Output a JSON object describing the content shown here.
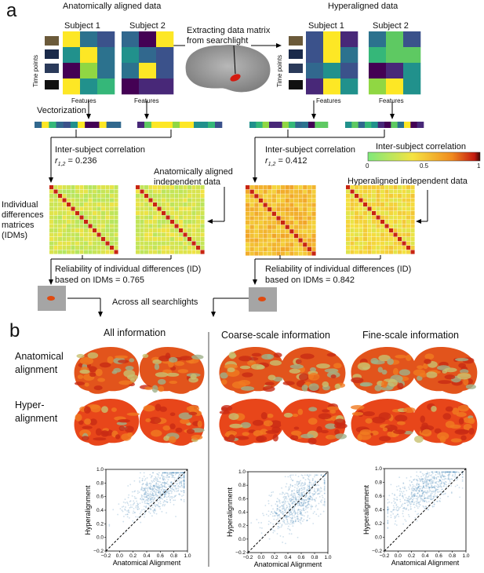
{
  "panels": {
    "a": "a",
    "b": "b"
  },
  "a": {
    "left_title": "Anatomically aligned data",
    "right_title": "Hyperaligned data",
    "subject1": "Subject 1",
    "subject2": "Subject 2",
    "features": "Features",
    "time_points": "Time points",
    "extracting": "Extracting data matrix from searchlight",
    "vectorization": "Vectorization",
    "isc_label": "Inter-subject correlation",
    "r_symbol": "r",
    "r_sub": "1,2",
    "left_r_value": " = 0.236",
    "right_r_value": " = 0.412",
    "colorbar": {
      "title": "Inter-subject correlation",
      "ticks": [
        "0",
        "0.5",
        "1"
      ]
    },
    "left_indep": "Anatomically aligned independent data",
    "right_indep": "Hyperaligned independent data",
    "idm_label": "Individual differences matrices (IDMs)",
    "reliability_label": "Reliability of individual differences (ID)",
    "left_reliability_value": "based on IDMs = 0.765",
    "right_reliability_value": "based on IDMs = 0.842",
    "across": "Across all searchlights"
  },
  "b": {
    "col_all": "All information",
    "col_coarse": "Coarse-scale information",
    "col_fine": "Fine-scale information",
    "row_anat": "Anatomical alignment",
    "row_hyper": "Hyper-alignment"
  },
  "colors": {
    "corr_low": "#7fe87a",
    "corr_mid": "#f5e342",
    "corr_high": "#d42a13",
    "scatter": "#3b7fb5"
  },
  "chart_data": [
    {
      "type": "scatter",
      "panel": "All information",
      "xlabel": "Anatomical Alignment",
      "ylabel": "Hyperalignment",
      "xlim": [
        -0.2,
        1.0
      ],
      "ylim": [
        -0.2,
        1.0
      ],
      "xticks": [
        "−0.2",
        "0.0",
        "0.2",
        "0.4",
        "0.6",
        "0.8",
        "1.0"
      ],
      "yticks": [
        "−0.2",
        "0.0",
        "0.2",
        "0.4",
        "0.6",
        "0.8",
        "1.0"
      ],
      "identity_line": true,
      "center": [
        0.6,
        0.7
      ],
      "spread": [
        0.25,
        0.15
      ]
    },
    {
      "type": "scatter",
      "panel": "Coarse-scale information",
      "xlabel": "Anatomical Alignment",
      "ylabel": "Hyperalignment",
      "xlim": [
        -0.2,
        1.0
      ],
      "ylim": [
        -0.2,
        1.0
      ],
      "xticks": [
        "−0.2",
        "0.0",
        "0.2",
        "0.4",
        "0.6",
        "0.8",
        "1.0"
      ],
      "yticks": [
        "−0.2",
        "0.0",
        "0.2",
        "0.4",
        "0.6",
        "0.8",
        "1.0"
      ],
      "identity_line": true,
      "center": [
        0.55,
        0.55
      ],
      "spread": [
        0.22,
        0.18
      ]
    },
    {
      "type": "scatter",
      "panel": "Fine-scale information",
      "xlabel": "Anatomical Alignment",
      "ylabel": "Hyperalignment",
      "xlim": [
        -0.2,
        1.0
      ],
      "ylim": [
        -0.2,
        1.0
      ],
      "xticks": [
        "−0.2",
        "0.0",
        "0.2",
        "0.4",
        "0.6",
        "0.8",
        "1.0"
      ],
      "yticks": [
        "−0.2",
        "0.0",
        "0.2",
        "0.4",
        "0.6",
        "0.8",
        "1.0"
      ],
      "identity_line": true,
      "center": [
        0.4,
        0.7
      ],
      "spread": [
        0.28,
        0.14
      ]
    }
  ]
}
